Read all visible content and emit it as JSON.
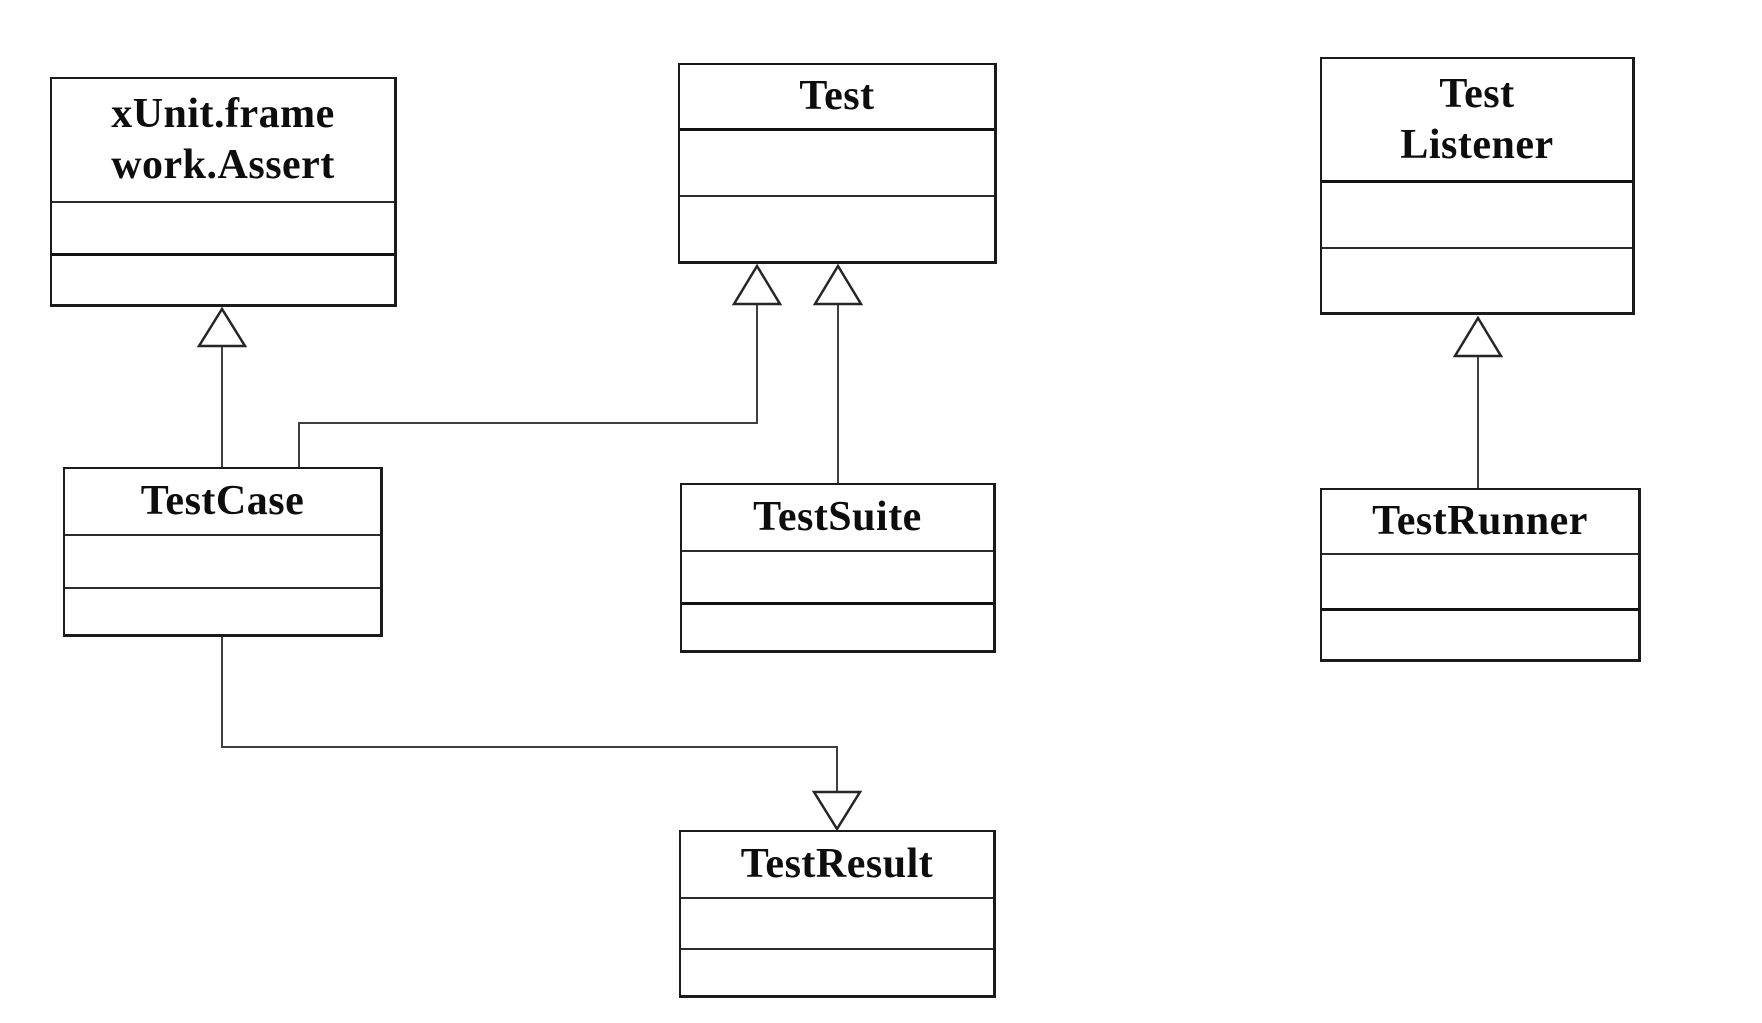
{
  "diagram": {
    "kind": "uml-class-diagram",
    "background_color": "#ffffff",
    "box_border_color": "#1b1b1b",
    "connector_color": "#3f3f3f",
    "text_color": "#0d0d0d",
    "classes": [
      {
        "name": "xUnit.framework.Assert",
        "title_lines": [
          "xUnit.frame",
          "work.Assert"
        ],
        "compartments": 3
      },
      {
        "name": "Test",
        "title_lines": [
          "Test"
        ],
        "compartments": 3
      },
      {
        "name": "TestListener",
        "title_lines": [
          "Test",
          "Listener"
        ],
        "compartments": 3
      },
      {
        "name": "TestCase",
        "title_lines": [
          "TestCase"
        ],
        "compartments": 3
      },
      {
        "name": "TestSuite",
        "title_lines": [
          "TestSuite"
        ],
        "compartments": 3
      },
      {
        "name": "TestRunner",
        "title_lines": [
          "TestRunner"
        ],
        "compartments": 3
      },
      {
        "name": "TestResult",
        "title_lines": [
          "TestResult"
        ],
        "compartments": 3
      }
    ],
    "relationships": [
      {
        "from": "TestCase",
        "to": "xUnit.framework.Assert",
        "type": "generalization"
      },
      {
        "from": "TestCase",
        "to": "Test",
        "type": "generalization"
      },
      {
        "from": "TestSuite",
        "to": "Test",
        "type": "generalization"
      },
      {
        "from": "TestRunner",
        "to": "TestListener",
        "type": "generalization"
      },
      {
        "from": "TestCase",
        "to": "TestResult",
        "type": "generalization-arrow"
      }
    ]
  }
}
